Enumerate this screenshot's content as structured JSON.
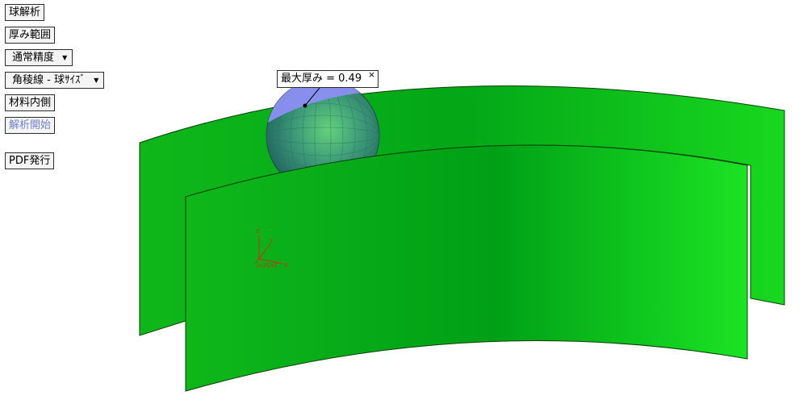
{
  "toolbar": {
    "sphere_analysis": "球解析",
    "thickness_range": "厚み範囲",
    "precision": "通常精度",
    "edge_mode": "角稜線 - 球ｻｲｽﾞ",
    "material_inside": "材料内側",
    "start_analysis": "解析開始",
    "pdf_export": "PDF発行"
  },
  "annotation": {
    "label": "最大厚み = 0.49",
    "close_symbol": "×"
  },
  "triad": {
    "z": "Z",
    "y": "Y",
    "x": "X",
    "caption": "Lc2Co2"
  },
  "colors": {
    "sheet_green_dark": "#00a81a",
    "sheet_green_light": "#1be324",
    "sphere_blue": "#8a8df0",
    "sphere_teal": "#3f8f7f",
    "triad_red": "#d42a1a",
    "disabled_text": "#6f7fd8"
  }
}
